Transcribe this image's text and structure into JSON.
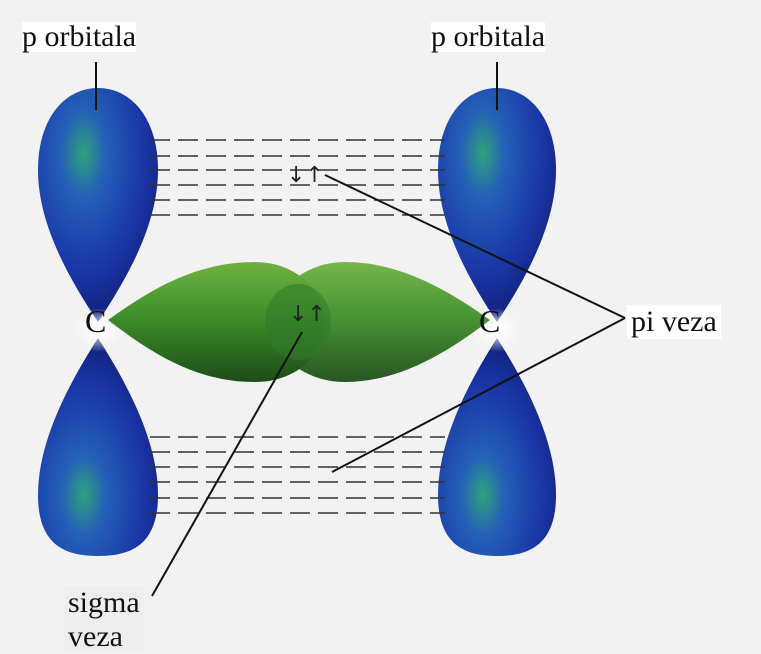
{
  "labels": {
    "p_orbital_left": "p orbitala",
    "p_orbital_right": "p orbitala",
    "pi_bond": "pi veza",
    "sigma_bond_line1": "sigma",
    "sigma_bond_line2": "veza",
    "atom_left": "C",
    "atom_right": "C",
    "spin_pair_pi": "↓↑",
    "spin_pair_sigma": "↓↑"
  },
  "icons": {
    "p_lobe": "blue-teardrop-lobe",
    "sigma_lobe": "green-elongated-lobe",
    "pi_overlap": "dashed-overlap-lines"
  },
  "colors": {
    "p_orbital": "#1a35a6",
    "p_orbital_highlight": "#2a9a78",
    "sigma_orbital": "#3f8f2a",
    "background": "#f2f2f2"
  }
}
